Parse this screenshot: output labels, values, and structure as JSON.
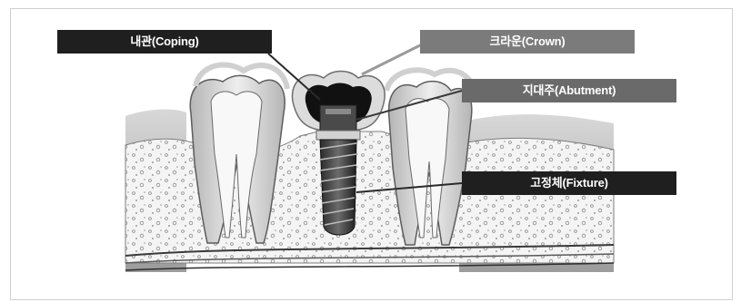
{
  "labels": {
    "coping": "내관(Coping)",
    "crown": "크라운(Crown)",
    "abutment": "지대주(Abutment)",
    "fixture": "고정체(Fixture)"
  },
  "colors": {
    "label_dark": "#1f1f1f",
    "label_gray": "#7b7b7b",
    "label_mid": "#6a6a6a",
    "crown_arrow": "#9a9a9a",
    "pointer": "#2a2a2a"
  }
}
